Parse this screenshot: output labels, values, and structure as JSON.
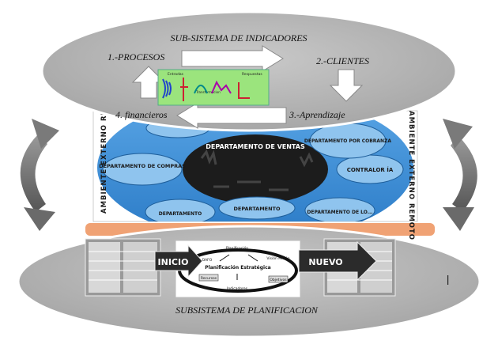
{
  "top_ellipse": {
    "title": "SUB-SISTEMA DE INDICADORES",
    "items": {
      "procesos": "1.-PROCESOS",
      "clientes": "2.-CLIENTES",
      "aprendizaje": "3.-Aprendizaje",
      "financieros": "4. financieros"
    },
    "thumbnail_labels": [
      "Entradas",
      "Transformacion",
      "Respuestas"
    ]
  },
  "middle_band": {
    "left_label": "AMBIENTE EXTERNO REMOTO",
    "right_label": "AMBIENTE EXTERNO REMOTO",
    "center_title": "DEPARTAMENTO DE VENTAS",
    "departments": {
      "compras": "DEPARTAMENTO DE COMPRAS",
      "contraloria": "CONTRALOR ÍA",
      "cobranza": "DEPARTAMENTO POR COBRANZA",
      "bottom_center": "DEPARTAMENTO",
      "bottom_left": "DEPARTAMENTO",
      "bottom_right": "DEPARTAMENTO DE LO..."
    }
  },
  "bottom_ellipse": {
    "title": "SUBSISTEMA DE PLANIFICACION",
    "inicio": "INICIO",
    "nuevo": "NUEVO",
    "center_title": "Planificación Estratégica",
    "center_labels": [
      "Planificación",
      "Visión Misión",
      "Objetivos",
      "Recursos",
      "Indicadores",
      "DAFO"
    ]
  },
  "colors": {
    "ellipse_fill": "#b3b3b3",
    "band_blue": "#2f86d4",
    "band_light": "#8fc4ee",
    "center_dark": "#1c1c1c",
    "arrow_gray": "#7a7a7a",
    "thumbnail_green": "#9be47d",
    "orange_strip": "#f0a274"
  }
}
